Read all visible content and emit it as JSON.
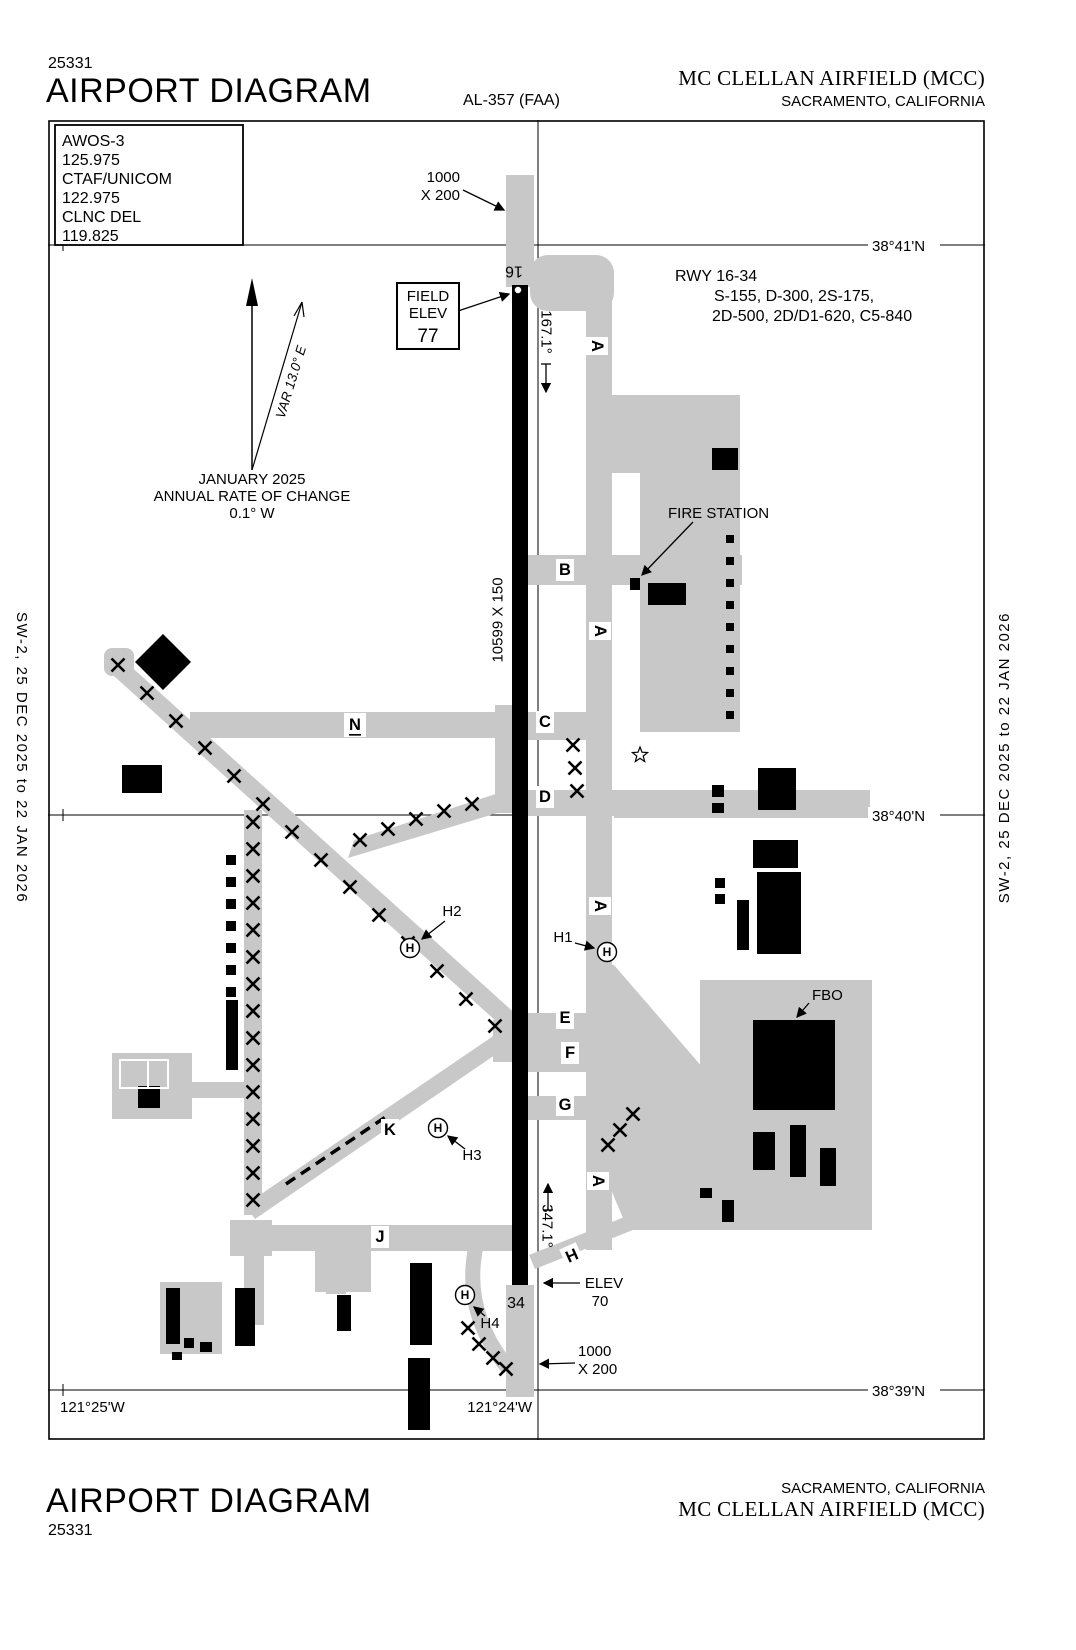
{
  "header": {
    "chart_number": "25331",
    "title": "AIRPORT DIAGRAM",
    "al_number": "AL-357 (FAA)",
    "airport_name": "MC CLELLAN AIRFIELD (MCC)",
    "city_state": "SACRAMENTO, CALIFORNIA"
  },
  "footer": {
    "title": "AIRPORT DIAGRAM",
    "chart_number": "25331",
    "city_state": "SACRAMENTO, CALIFORNIA",
    "airport_name": "MC CLELLAN AIRFIELD (MCC)"
  },
  "margins": {
    "effective_dates": "SW-2,  25 DEC 2025  to  22 JAN 2026"
  },
  "comm_box": {
    "lines": [
      "AWOS-3",
      "125.975",
      "CTAF/UNICOM",
      "122.975",
      "CLNC DEL",
      "119.825"
    ]
  },
  "runway_info": {
    "line1": "RWY 16-34",
    "line2": "S-155, D-300, 2S-175,",
    "line3": "2D-500, 2D/D1-620, C5-840"
  },
  "field_elev_box": {
    "label1": "FIELD",
    "label2": "ELEV",
    "value": "77"
  },
  "runway": {
    "num_16": "16",
    "num_34": "34",
    "dimensions": "10599 X 150",
    "hdg_16": "167.1°",
    "hdg_34": "347.1°",
    "elev_34_label": "ELEV",
    "elev_34_value": "70"
  },
  "overruns": {
    "top_line1": "1000",
    "top_line2": "X 200",
    "bottom_line1": "1000",
    "bottom_line2": "X 200"
  },
  "compass": {
    "variation": "VAR  13.0° E",
    "note_line1": "JANUARY 2025",
    "note_line2": "ANNUAL RATE OF CHANGE",
    "note_line3": "0.1° W"
  },
  "pois": {
    "fire_station": "FIRE STATION",
    "fbo": "FBO"
  },
  "taxiways": {
    "a": "A",
    "b": "B",
    "c": "C",
    "d": "D",
    "e": "E",
    "f": "F",
    "g": "G",
    "h": "H",
    "j": "J",
    "k": "K",
    "n": "N"
  },
  "helipads": {
    "symbol": "H",
    "h1": "H1",
    "h2": "H2",
    "h3": "H3",
    "h4": "H4"
  },
  "graticule": {
    "lat_38_41": "38°41'N",
    "lat_38_40": "38°40'N",
    "lat_38_39": "38°39'N",
    "lon_121_25": "121°25'W",
    "lon_121_24": "121°24'W"
  },
  "colors": {
    "pavement": "#c8c8c8",
    "building": "#000000",
    "background": "#ffffff"
  }
}
